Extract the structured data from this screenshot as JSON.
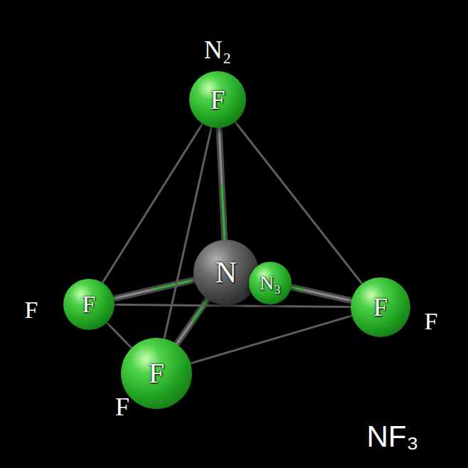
{
  "diagram": {
    "nodes": [
      {
        "text": [
          "F"
        ]
      },
      {
        "text": [
          "N"
        ]
      },
      {
        "text": [
          "N₃"
        ]
      },
      {
        "text": [
          "F"
        ]
      },
      {
        "text": [
          "F"
        ]
      },
      {
        "text": [
          "F"
        ]
      }
    ],
    "edges": [
      {
        "from": 1,
        "to": 0,
        "arrow": "none"
      },
      {
        "from": 1,
        "to": 3,
        "arrow": "none"
      },
      {
        "from": 1,
        "to": 4,
        "arrow": "none"
      },
      {
        "from": 1,
        "to": 5,
        "arrow": "none"
      },
      {
        "from": 1,
        "to": 2,
        "arrow": "none"
      },
      {
        "from": 0,
        "to": 3,
        "arrow": "none"
      },
      {
        "from": 0,
        "to": 4,
        "arrow": "none"
      },
      {
        "from": 0,
        "to": 5,
        "arrow": "none"
      },
      {
        "from": 3,
        "to": 5,
        "arrow": "none"
      },
      {
        "from": 5,
        "to": 4,
        "arrow": "none"
      },
      {
        "from": 3,
        "to": 4,
        "arrow": "none"
      }
    ],
    "labels": [
      "N₂",
      "F",
      "F",
      "F",
      "NF₃"
    ]
  }
}
